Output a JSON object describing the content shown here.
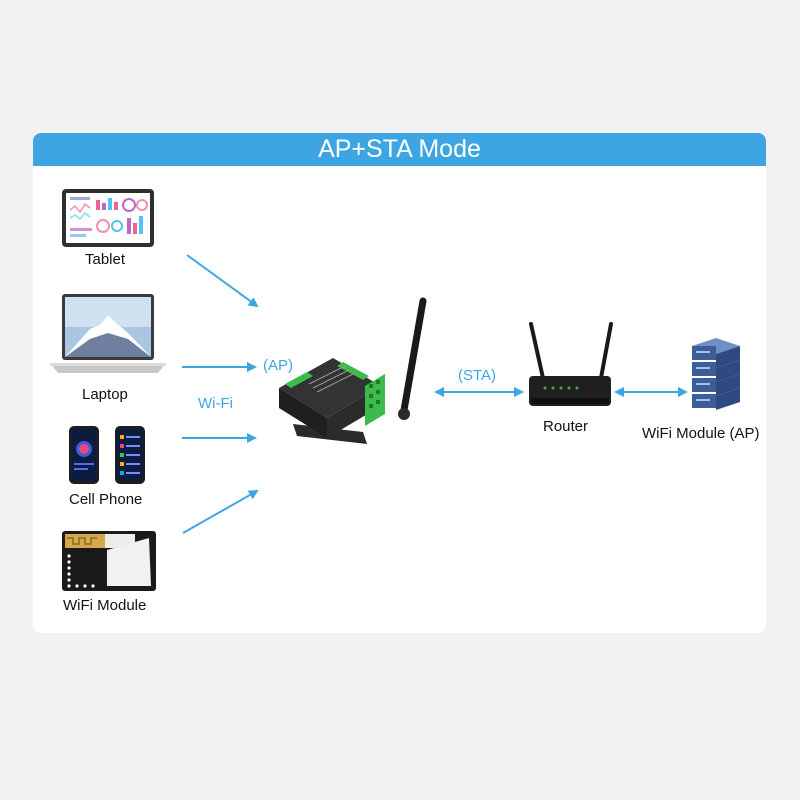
{
  "title": "AP+STA Mode",
  "devices": {
    "tablet": "Tablet",
    "laptop": "Laptop",
    "cell_phone": "Cell Phone",
    "wifi_module": "WiFi Module",
    "router": "Router",
    "wifi_module_ap": "WiFi Module (AP)"
  },
  "connections": {
    "ap": "(AP)",
    "wifi": "Wi-Fi",
    "sta": "(STA)"
  },
  "colors": {
    "accent": "#3ea5e3",
    "device_body": "#2b2b2b",
    "terminal_green": "#3dbb4a",
    "server_blue": "#4a6ea8"
  },
  "icons": [
    "tablet-icon",
    "laptop-icon",
    "cell-phone-icon",
    "wifi-module-icon",
    "serial-server-icon",
    "router-icon",
    "server-stack-icon"
  ]
}
